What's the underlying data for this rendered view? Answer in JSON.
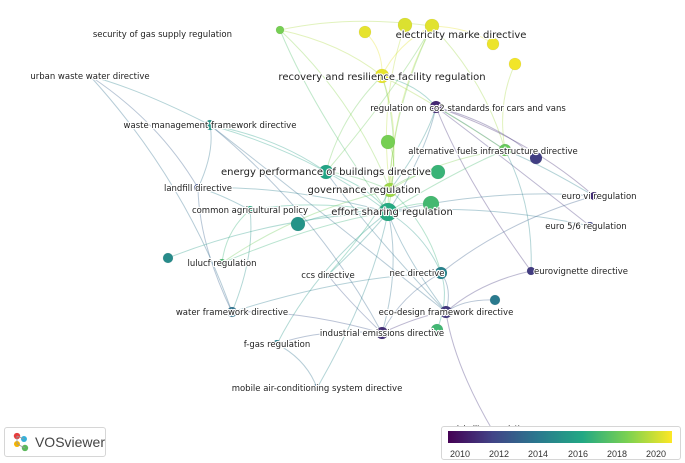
{
  "colors": {
    "edge_alpha": 0.35,
    "scale": [
      "#440154",
      "#414487",
      "#2a788e",
      "#22a884",
      "#7ad151",
      "#fde725"
    ]
  },
  "nodes": [
    {
      "id": "security-of-gas",
      "label": "security of gas supply regulation",
      "year": 2018.6
    },
    {
      "id": "electricity-market",
      "label": "electricity marke directive",
      "year": 2020.5
    },
    {
      "id": "recovery-resilience",
      "label": "recovery and resilience facility regulation",
      "year": 2020.6
    },
    {
      "id": "co2-cars",
      "label": "regulation on co2 standards for cars and vans",
      "year": 2010.8
    },
    {
      "id": "urban-waste-water",
      "label": "urban waste water directive",
      "year": 2013.5
    },
    {
      "id": "waste-management",
      "label": "waste management framework directive",
      "year": 2015.5
    },
    {
      "id": "alternative-fuels",
      "label": "alternative fuels infrastructure directive",
      "year": 2018.2
    },
    {
      "id": "energy-buildings",
      "label": "energy performance of buildings directive",
      "year": 2016.2
    },
    {
      "id": "landfill",
      "label": "landfill directive",
      "year": 2012.2
    },
    {
      "id": "governance",
      "label": "governance regulation",
      "year": 2019.3
    },
    {
      "id": "common-agri",
      "label": "common agricultural policy",
      "year": 2016.5
    },
    {
      "id": "effort-sharing",
      "label": "effort sharing regulation",
      "year": 2016.5
    },
    {
      "id": "euro-vi",
      "label": "euro vi regulation",
      "year": 2011.0
    },
    {
      "id": "euro-56",
      "label": "euro 5/6 regulation",
      "year": 2011.8
    },
    {
      "id": "lulucf",
      "label": "lulucf regulation",
      "year": 2017.4
    },
    {
      "id": "ccs",
      "label": "ccs directive",
      "year": 2013.8
    },
    {
      "id": "nec",
      "label": "nec directive",
      "year": 2014.6
    },
    {
      "id": "eurovignette",
      "label": "eurovignette directive",
      "year": 2011.5
    },
    {
      "id": "water-framework",
      "label": "water framework directive",
      "year": 2013.8
    },
    {
      "id": "eco-design",
      "label": "eco-design framework directive",
      "year": 2011.4
    },
    {
      "id": "industrial-emissions",
      "label": "industrial emissions directive",
      "year": 2011.0
    },
    {
      "id": "f-gas",
      "label": "f-gas regulation",
      "year": 2014.4
    },
    {
      "id": "mobile-ac",
      "label": "mobile air-conditioning system directive",
      "year": 2013.2
    },
    {
      "id": "labelling",
      "label": "labelling regulation",
      "year": 2011.0
    },
    {
      "id": "u-1",
      "label": "",
      "year": 2020.6
    },
    {
      "id": "u-2",
      "label": "",
      "year": 2020.4
    },
    {
      "id": "u-3",
      "label": "",
      "year": 2020.7
    },
    {
      "id": "u-4",
      "label": "",
      "year": 2020.8
    },
    {
      "id": "u-5",
      "label": "",
      "year": 2018.6
    },
    {
      "id": "u-6",
      "label": "",
      "year": 2015.4
    },
    {
      "id": "u-7",
      "label": "",
      "year": 2017.3
    },
    {
      "id": "u-8",
      "label": "",
      "year": 2017.0
    },
    {
      "id": "u-9",
      "label": "",
      "year": 2011.6
    },
    {
      "id": "u-10",
      "label": "",
      "year": 2014.2
    },
    {
      "id": "u-11",
      "label": "",
      "year": 2017.2
    },
    {
      "id": "u-12",
      "label": "",
      "year": 2015.0
    }
  ],
  "edges": [
    [
      "recovery-resilience",
      "electricity-market"
    ],
    [
      "recovery-resilience",
      "governance"
    ],
    [
      "recovery-resilience",
      "alternative-fuels"
    ],
    [
      "recovery-resilience",
      "effort-sharing"
    ],
    [
      "recovery-resilience",
      "energy-buildings"
    ],
    [
      "recovery-resilience",
      "co2-cars"
    ],
    [
      "electricity-market",
      "governance"
    ],
    [
      "electricity-market",
      "alternative-fuels"
    ],
    [
      "electricity-market",
      "effort-sharing"
    ],
    [
      "electricity-market",
      "energy-buildings"
    ],
    [
      "security-of-gas",
      "electricity-market"
    ],
    [
      "security-of-gas",
      "governance"
    ],
    [
      "security-of-gas",
      "effort-sharing"
    ],
    [
      "security-of-gas",
      "recovery-resilience"
    ],
    [
      "co2-cars",
      "alternative-fuels"
    ],
    [
      "co2-cars",
      "euro-vi"
    ],
    [
      "co2-cars",
      "euro-56"
    ],
    [
      "co2-cars",
      "effort-sharing"
    ],
    [
      "co2-cars",
      "eurovignette"
    ],
    [
      "co2-cars",
      "governance"
    ],
    [
      "alternative-fuels",
      "euro-vi"
    ],
    [
      "alternative-fuels",
      "effort-sharing"
    ],
    [
      "alternative-fuels",
      "governance"
    ],
    [
      "alternative-fuels",
      "eurovignette"
    ],
    [
      "energy-buildings",
      "governance"
    ],
    [
      "energy-buildings",
      "effort-sharing"
    ],
    [
      "energy-buildings",
      "eco-design"
    ],
    [
      "energy-buildings",
      "waste-management"
    ],
    [
      "governance",
      "effort-sharing"
    ],
    [
      "effort-sharing",
      "lulucf"
    ],
    [
      "effort-sharing",
      "common-agri"
    ],
    [
      "effort-sharing",
      "nec"
    ],
    [
      "effort-sharing",
      "f-gas"
    ],
    [
      "effort-sharing",
      "industrial-emissions"
    ],
    [
      "effort-sharing",
      "eco-design"
    ],
    [
      "effort-sharing",
      "ccs"
    ],
    [
      "effort-sharing",
      "landfill"
    ],
    [
      "effort-sharing",
      "waste-management"
    ],
    [
      "effort-sharing",
      "euro-56"
    ],
    [
      "effort-sharing",
      "euro-vi"
    ],
    [
      "common-agri",
      "lulucf"
    ],
    [
      "common-agri",
      "water-framework"
    ],
    [
      "common-agri",
      "landfill"
    ],
    [
      "landfill",
      "waste-management"
    ],
    [
      "landfill",
      "water-framework"
    ],
    [
      "landfill",
      "urban-waste-water"
    ],
    [
      "urban-waste-water",
      "waste-management"
    ],
    [
      "urban-waste-water",
      "water-framework"
    ],
    [
      "waste-management",
      "eco-design"
    ],
    [
      "waste-management",
      "industrial-emissions"
    ],
    [
      "water-framework",
      "industrial-emissions"
    ],
    [
      "water-framework",
      "nec"
    ],
    [
      "nec",
      "industrial-emissions"
    ],
    [
      "nec",
      "eco-design"
    ],
    [
      "nec",
      "euro-vi"
    ],
    [
      "nec",
      "governance"
    ],
    [
      "eco-design",
      "labelling"
    ],
    [
      "eco-design",
      "industrial-emissions"
    ],
    [
      "eco-design",
      "eurovignette"
    ],
    [
      "f-gas",
      "mobile-ac"
    ],
    [
      "f-gas",
      "industrial-emissions"
    ],
    [
      "mobile-ac",
      "effort-sharing"
    ],
    [
      "industrial-emissions",
      "ccs"
    ],
    [
      "ccs",
      "governance"
    ],
    [
      "lulucf",
      "governance"
    ],
    [
      "u-1",
      "recovery-resilience"
    ],
    [
      "u-2",
      "governance"
    ],
    [
      "u-3",
      "electricity-market"
    ],
    [
      "u-4",
      "alternative-fuels"
    ],
    [
      "u-5",
      "governance"
    ],
    [
      "u-6",
      "effort-sharing"
    ],
    [
      "u-7",
      "effort-sharing"
    ],
    [
      "u-8",
      "governance"
    ],
    [
      "u-9",
      "co2-cars"
    ],
    [
      "u-10",
      "eco-design"
    ],
    [
      "u-11",
      "nec"
    ],
    [
      "u-12",
      "effort-sharing"
    ]
  ],
  "brand": {
    "name": "VOSviewer"
  },
  "scale": {
    "ticks": [
      "2010",
      "2012",
      "2014",
      "2016",
      "2018",
      "2020"
    ],
    "min": 2009.5,
    "max": 2021
  }
}
